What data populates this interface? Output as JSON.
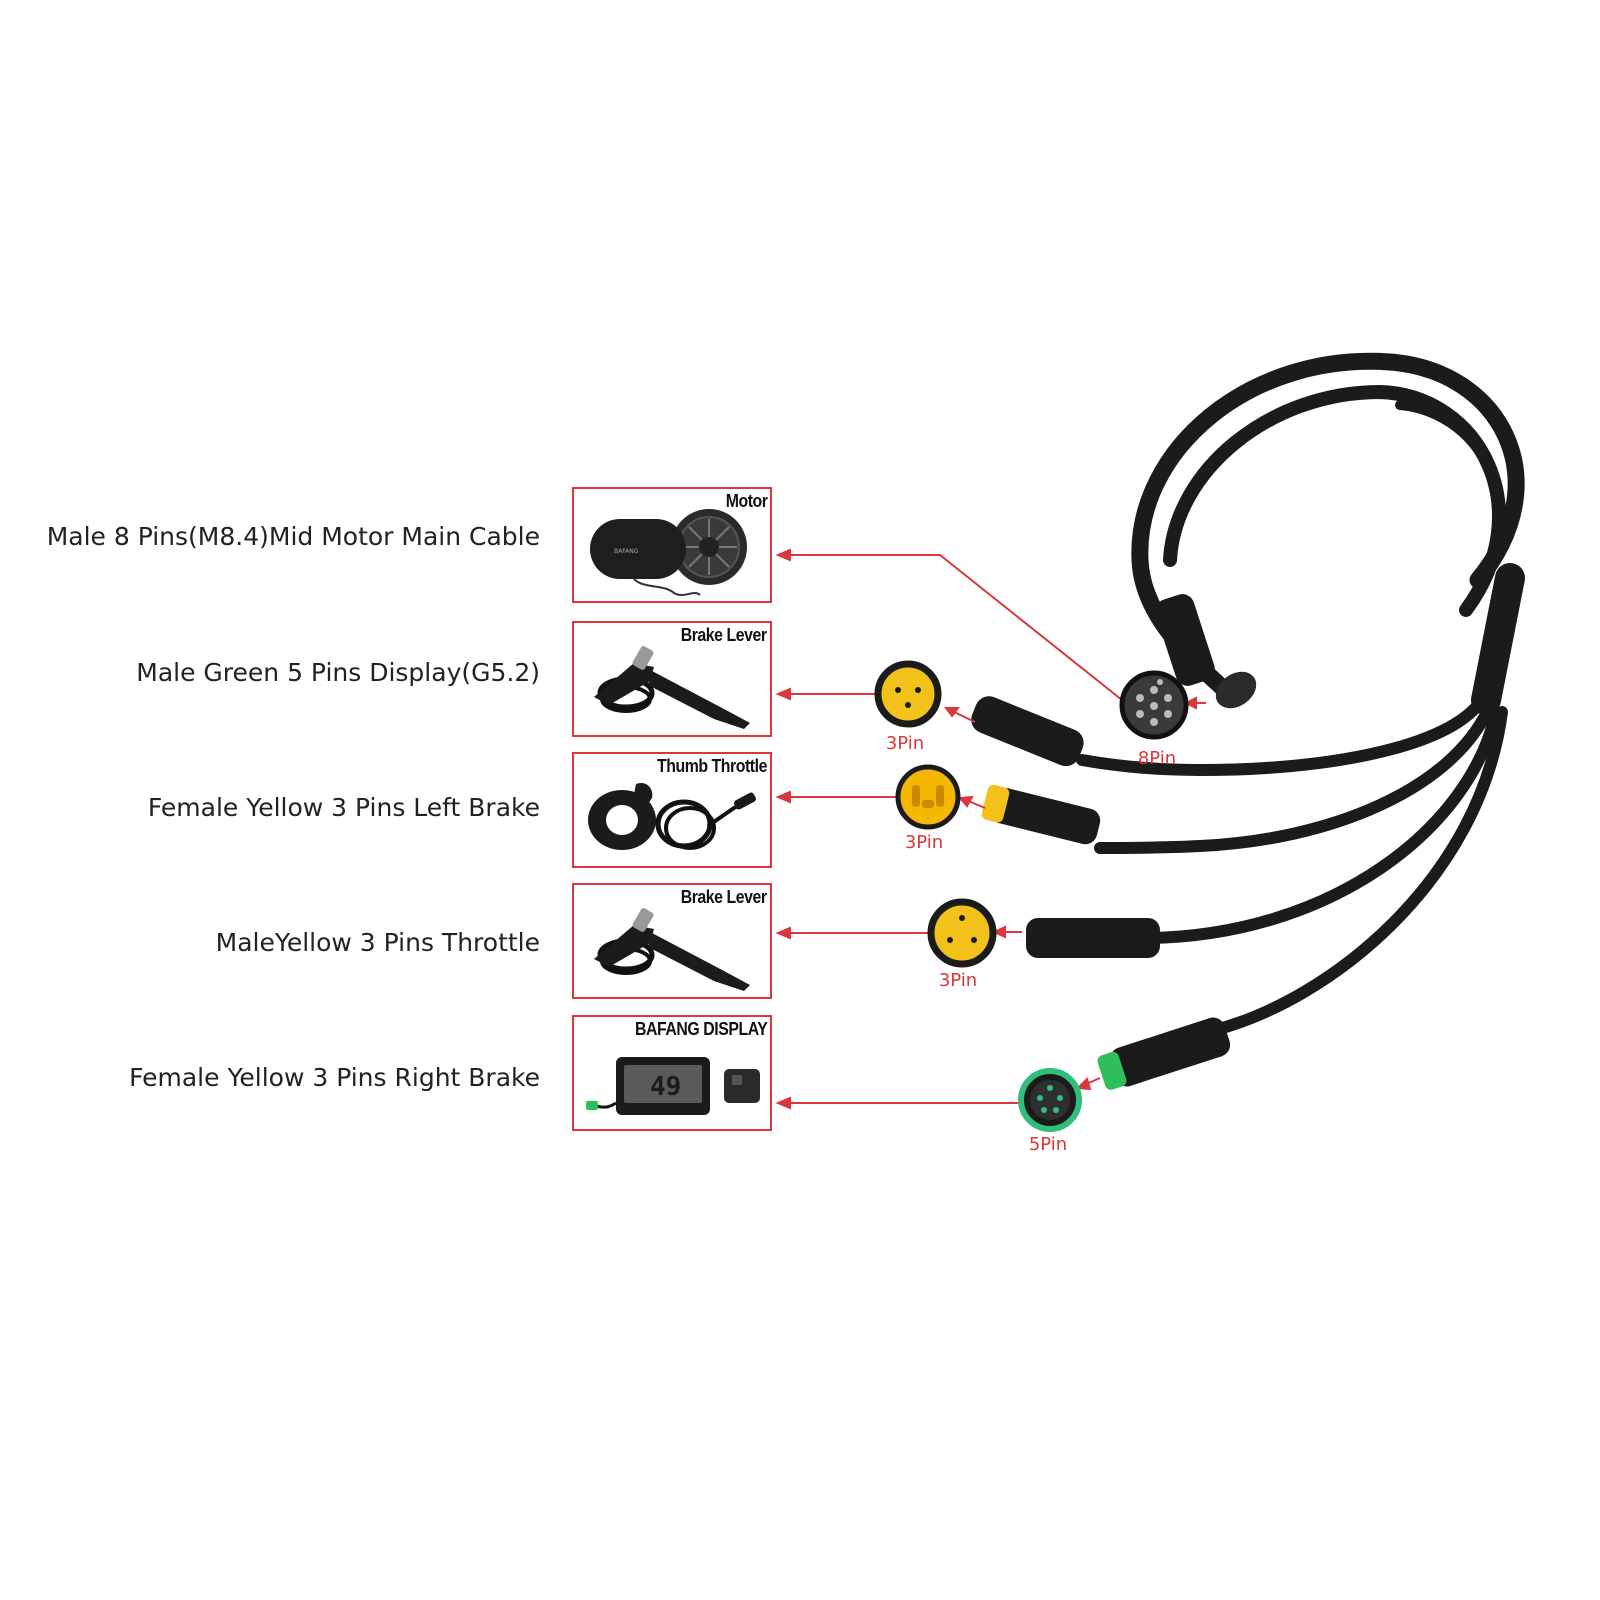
{
  "descriptions": [
    "Male 8 Pins(M8.4)Mid Motor Main Cable",
    "Male Green 5 Pins Display(G5.2)",
    "Female Yellow 3 Pins Left Brake",
    "MaleYellow 3 Pins Throttle",
    "Female Yellow 3 Pins Right Brake"
  ],
  "boxes": [
    {
      "title": "Motor",
      "icon": "motor-icon"
    },
    {
      "title": "Brake Lever",
      "icon": "brake-lever-icon"
    },
    {
      "title": "Thumb Throttle",
      "icon": "thumb-throttle-icon"
    },
    {
      "title": "Brake Lever",
      "icon": "brake-lever-icon"
    },
    {
      "title": "BAFANG DISPLAY",
      "icon": "display-icon"
    }
  ],
  "display_readout": "49",
  "connectors": [
    {
      "label": "8Pin",
      "color": "#3a3a3a"
    },
    {
      "label": "3Pin",
      "color": "#f2c21a"
    },
    {
      "label": "3Pin",
      "color": "#f5b800"
    },
    {
      "label": "3Pin",
      "color": "#f2c21a"
    },
    {
      "label": "5Pin",
      "color": "#2fbf7a"
    }
  ],
  "colors": {
    "arrow": "#d9373c",
    "cable": "#1b1b1b",
    "text": "#222222"
  }
}
